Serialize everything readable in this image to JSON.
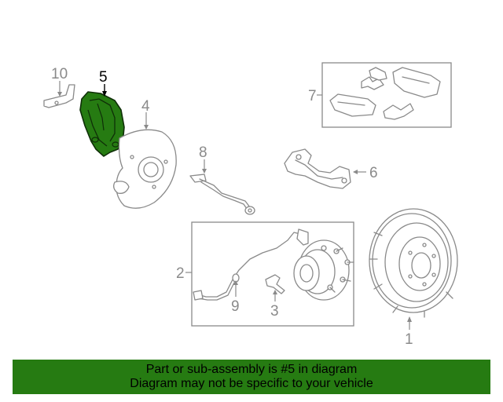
{
  "diagram": {
    "highlight_color": "#267b12",
    "callouts": {
      "c1": "1",
      "c2": "2",
      "c3": "3",
      "c4": "4",
      "c5": "5",
      "c6": "6",
      "c7": "7",
      "c8": "8",
      "c9": "9",
      "c10": "10"
    },
    "highlighted_part": "5"
  },
  "banner": {
    "line1": "Part or sub-assembly is #5 in diagram",
    "line2": "Diagram may not be specific to your vehicle",
    "background": "#267b12"
  }
}
